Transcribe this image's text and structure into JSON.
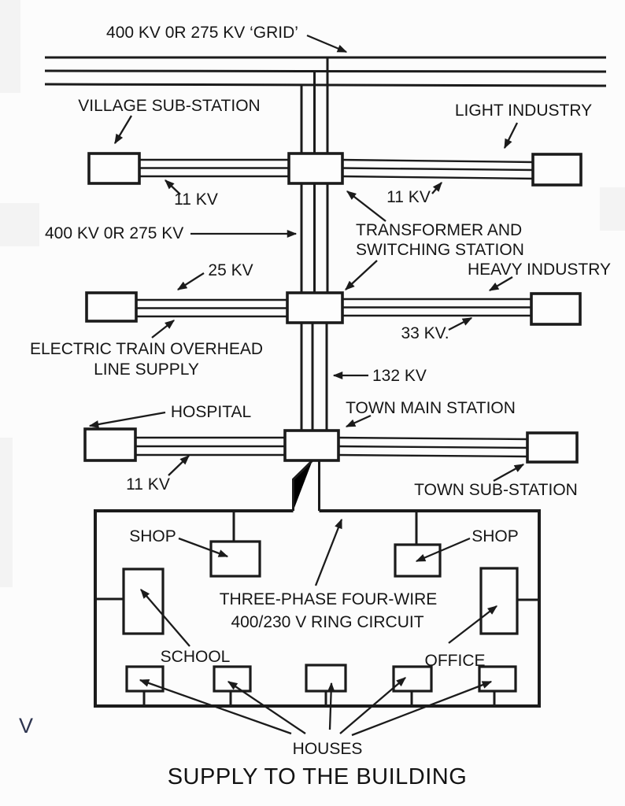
{
  "diagram": {
    "title": "SUPPLY TO THE BUILDING",
    "watermark": "V",
    "labels": {
      "grid": "400 KV 0R 275 KV ‘GRID’",
      "village": "VILLAGE SUB-STATION",
      "light_industry": "LIGHT INDUSTRY",
      "kv11_row1_left": "11 KV",
      "kv11_row1_right": "11 KV",
      "kv400": "400 KV 0R 275 KV",
      "transformer_line1": "TRANSFORMER AND",
      "transformer_line2": "SWITCHING STATION",
      "kv25": "25 KV",
      "heavy_industry": "HEAVY INDUSTRY",
      "train_line1": "ELECTRIC TRAIN OVERHEAD",
      "train_line2": "LINE SUPPLY",
      "kv33": "33 KV.",
      "kv132": "132 KV",
      "hospital": "HOSPITAL",
      "town_main": "TOWN MAIN STATION",
      "kv11_row3": "11 KV",
      "town_sub": "TOWN SUB-STATION",
      "shop_left": "SHOP",
      "shop_right": "SHOP",
      "ring_line1": "THREE-PHASE FOUR-WIRE",
      "ring_line2": "400/230 V RING CIRCUIT",
      "school": "SCHOOL",
      "office": "OFFICE",
      "houses": "HOUSES"
    },
    "colors": {
      "ink": "#1b1b1b",
      "background": "#fcfcfc",
      "kv132_shaft": "#8a8a8a",
      "watermark": "#2e3550"
    }
  }
}
